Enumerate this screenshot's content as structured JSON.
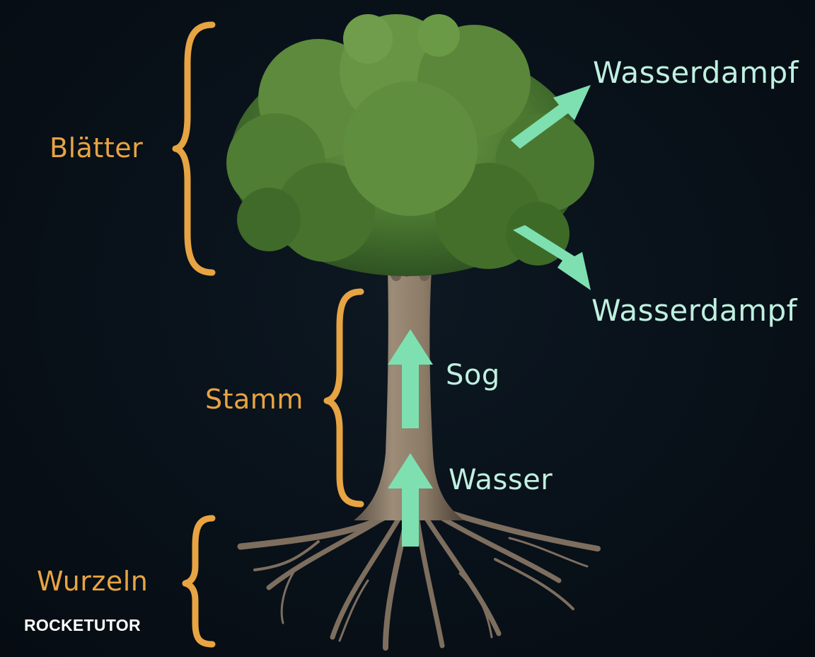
{
  "diagram": {
    "parts": {
      "leaves": "Blätter",
      "trunk": "Stamm",
      "roots": "Wurzeln"
    },
    "flows": {
      "vapor_top": "Wasserdampf",
      "vapor_bottom": "Wasserdampf",
      "suction": "Sog",
      "water": "Wasser"
    },
    "colors": {
      "brace": "#e7a443",
      "arrow": "#7ee0b0",
      "flow_text": "#bff0e0",
      "background": "#081018"
    }
  },
  "branding": {
    "logo_text": "ROCKETUTOR"
  }
}
